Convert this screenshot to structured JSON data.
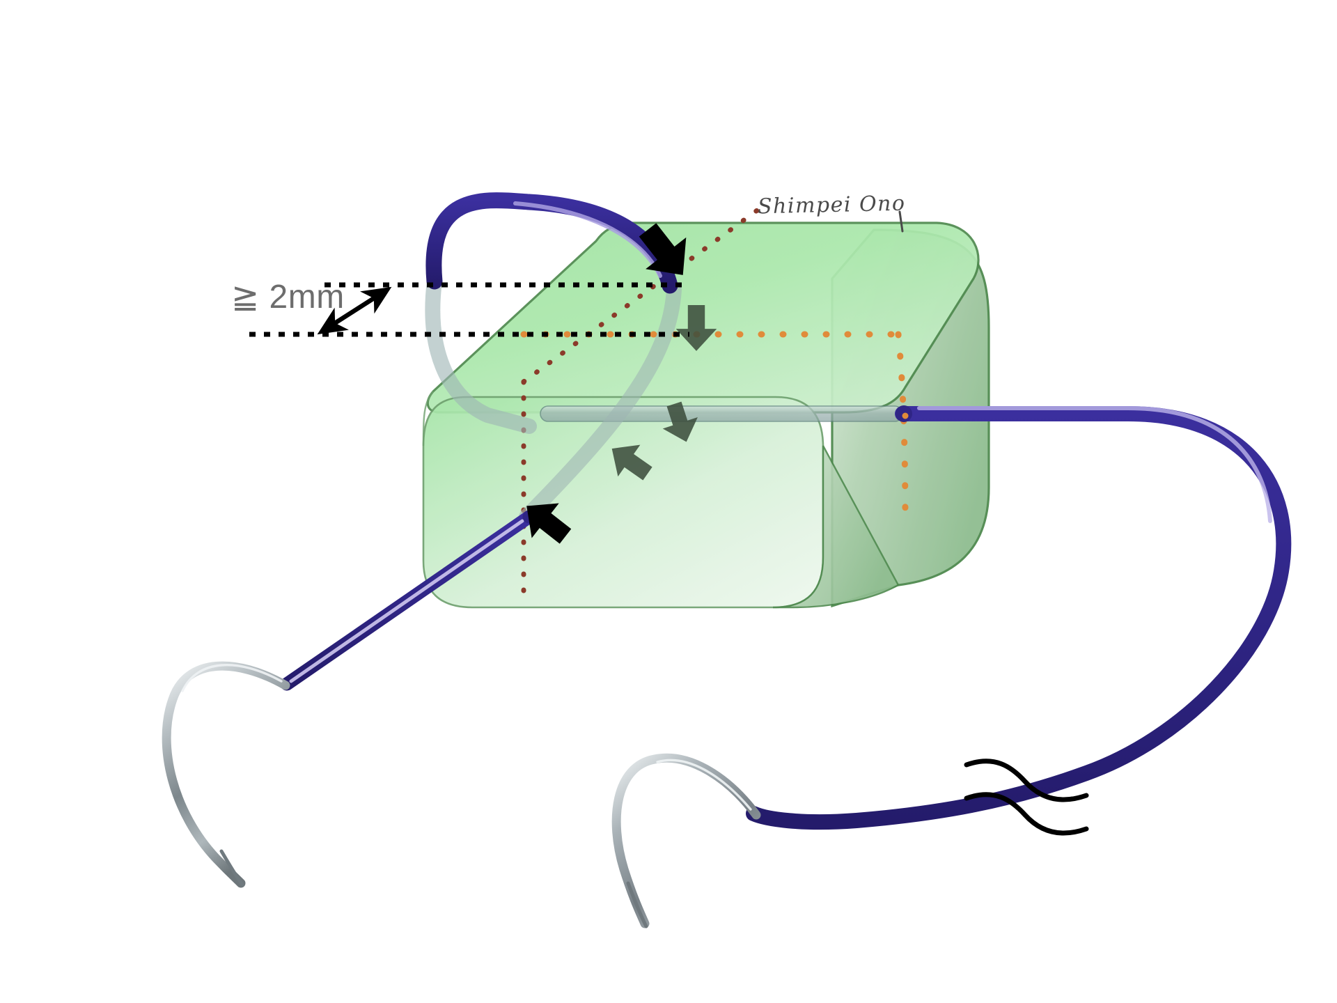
{
  "figure": {
    "title": "Suture placement depth diagram",
    "background_color": "#ffffff"
  },
  "annotations": {
    "measurement": {
      "text": "≧ 2mm",
      "color": "#6d6d6d",
      "description": "minimum bite depth between two horizontal dotted guide lines",
      "guide_line_color": "#000000",
      "arrow_color": "#000000"
    },
    "signature": {
      "text": "Shimpei Ono",
      "color": "#4a4a4a"
    }
  },
  "tissue_block": {
    "name": "dermis-block",
    "fill_top": "#a8e6a8",
    "fill_front": "#c9ecca",
    "fill_side": "#9cc79c",
    "stroke": "#4f8a4f",
    "opacity": 0.95
  },
  "suture": {
    "thread_color": "#2f2585",
    "thread_highlight": "#b3a8e6",
    "thread_submerged_color": "#8fa8a8",
    "needle_color": "#9aa3a8",
    "needle_highlight": "#e8eced"
  },
  "guide_lines": {
    "dermal_plane_color": "#e08b3a",
    "vertical_reference_color": "#8b3a2a"
  },
  "direction_arrows": {
    "exterior_color": "#000000",
    "interior_color": "#3d4f3d",
    "count_exterior": 2,
    "count_interior": 3
  }
}
